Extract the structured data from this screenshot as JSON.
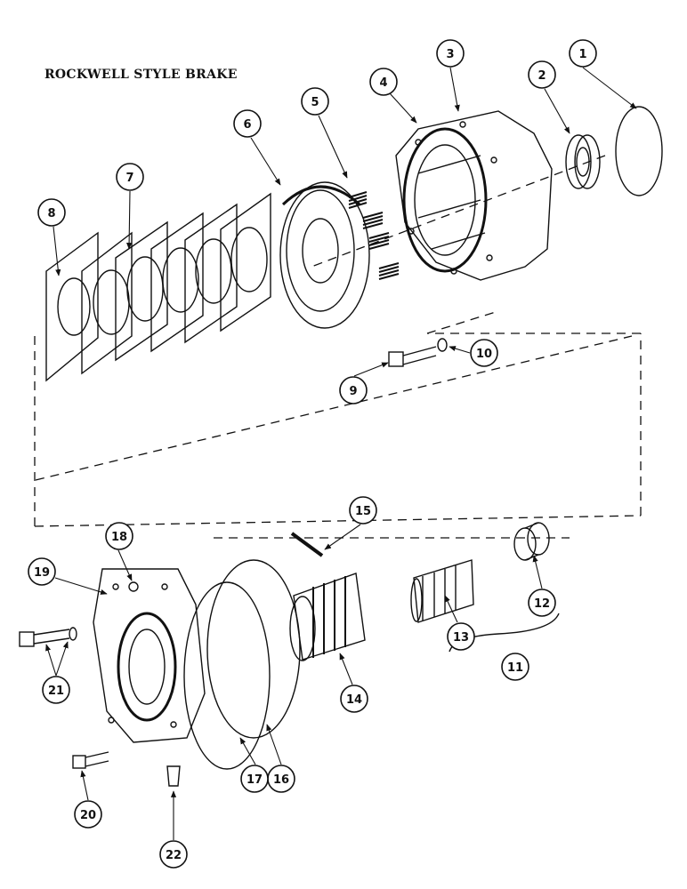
{
  "title": "ROCKWELL STYLE BRAKE",
  "callouts": [
    "1",
    "2",
    "3",
    "4",
    "5",
    "6",
    "7",
    "8",
    "9",
    "10",
    "11",
    "12",
    "13",
    "14",
    "15",
    "16",
    "17",
    "18",
    "19",
    "20",
    "21",
    "22"
  ]
}
